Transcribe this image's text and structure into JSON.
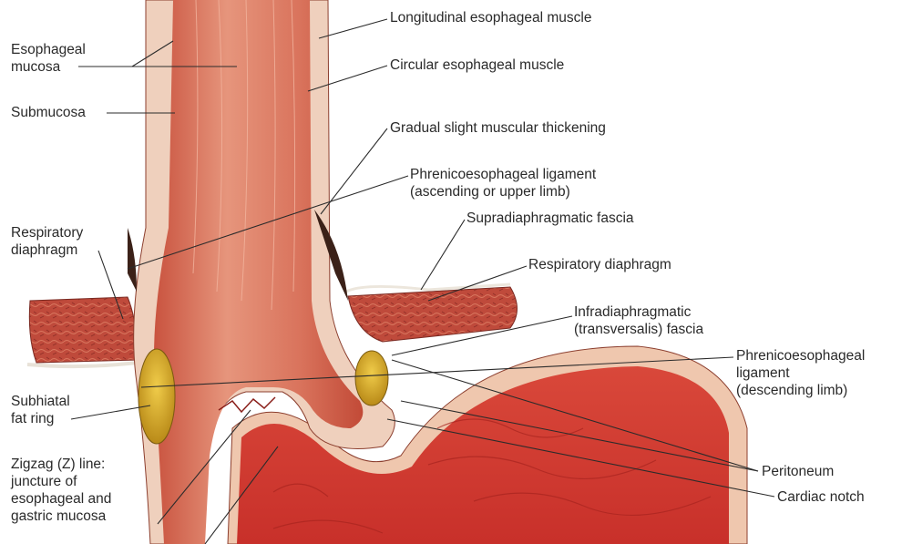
{
  "labels": {
    "longitudinal_muscle": "Longitudinal esophageal muscle",
    "circular_muscle": "Circular esophageal muscle",
    "esophageal_mucosa": [
      "Esophageal",
      "mucosa"
    ],
    "submucosa": "Submucosa",
    "gradual_thickening": "Gradual slight muscular thickening",
    "phrenico_upper": [
      "Phrenicoesophageal ligament",
      "(ascending or upper limb)"
    ],
    "supradiaphragmatic_fascia": "Supradiaphragmatic fascia",
    "respiratory_diaphragm_left": [
      "Respiratory",
      "diaphragm"
    ],
    "respiratory_diaphragm_right": "Respiratory diaphragm",
    "infradiaphragmatic_fascia": [
      "Infradiaphragmatic",
      "(transversalis) fascia"
    ],
    "phrenico_descending": [
      "Phrenicoesophageal",
      "ligament",
      "(descending limb)"
    ],
    "subhiatal_fat_ring": [
      "Subhiatal",
      "fat ring"
    ],
    "z_line": [
      "Zigzag (Z) line:",
      "juncture of",
      "esophageal and",
      "gastric mucosa"
    ],
    "peritoneum": "Peritoneum",
    "cardiac_notch": "Cardiac notch"
  },
  "colors": {
    "lumen": "#cf5a45",
    "lumen_light": "#e08a72",
    "mucosa_band": "#f2d3c2",
    "muscle": "#c4503e",
    "diaphragm": "#b8473a",
    "fat": "#e0b52c",
    "stomach_inner": "#d23a2e",
    "fascia": "#f4f0ea"
  }
}
